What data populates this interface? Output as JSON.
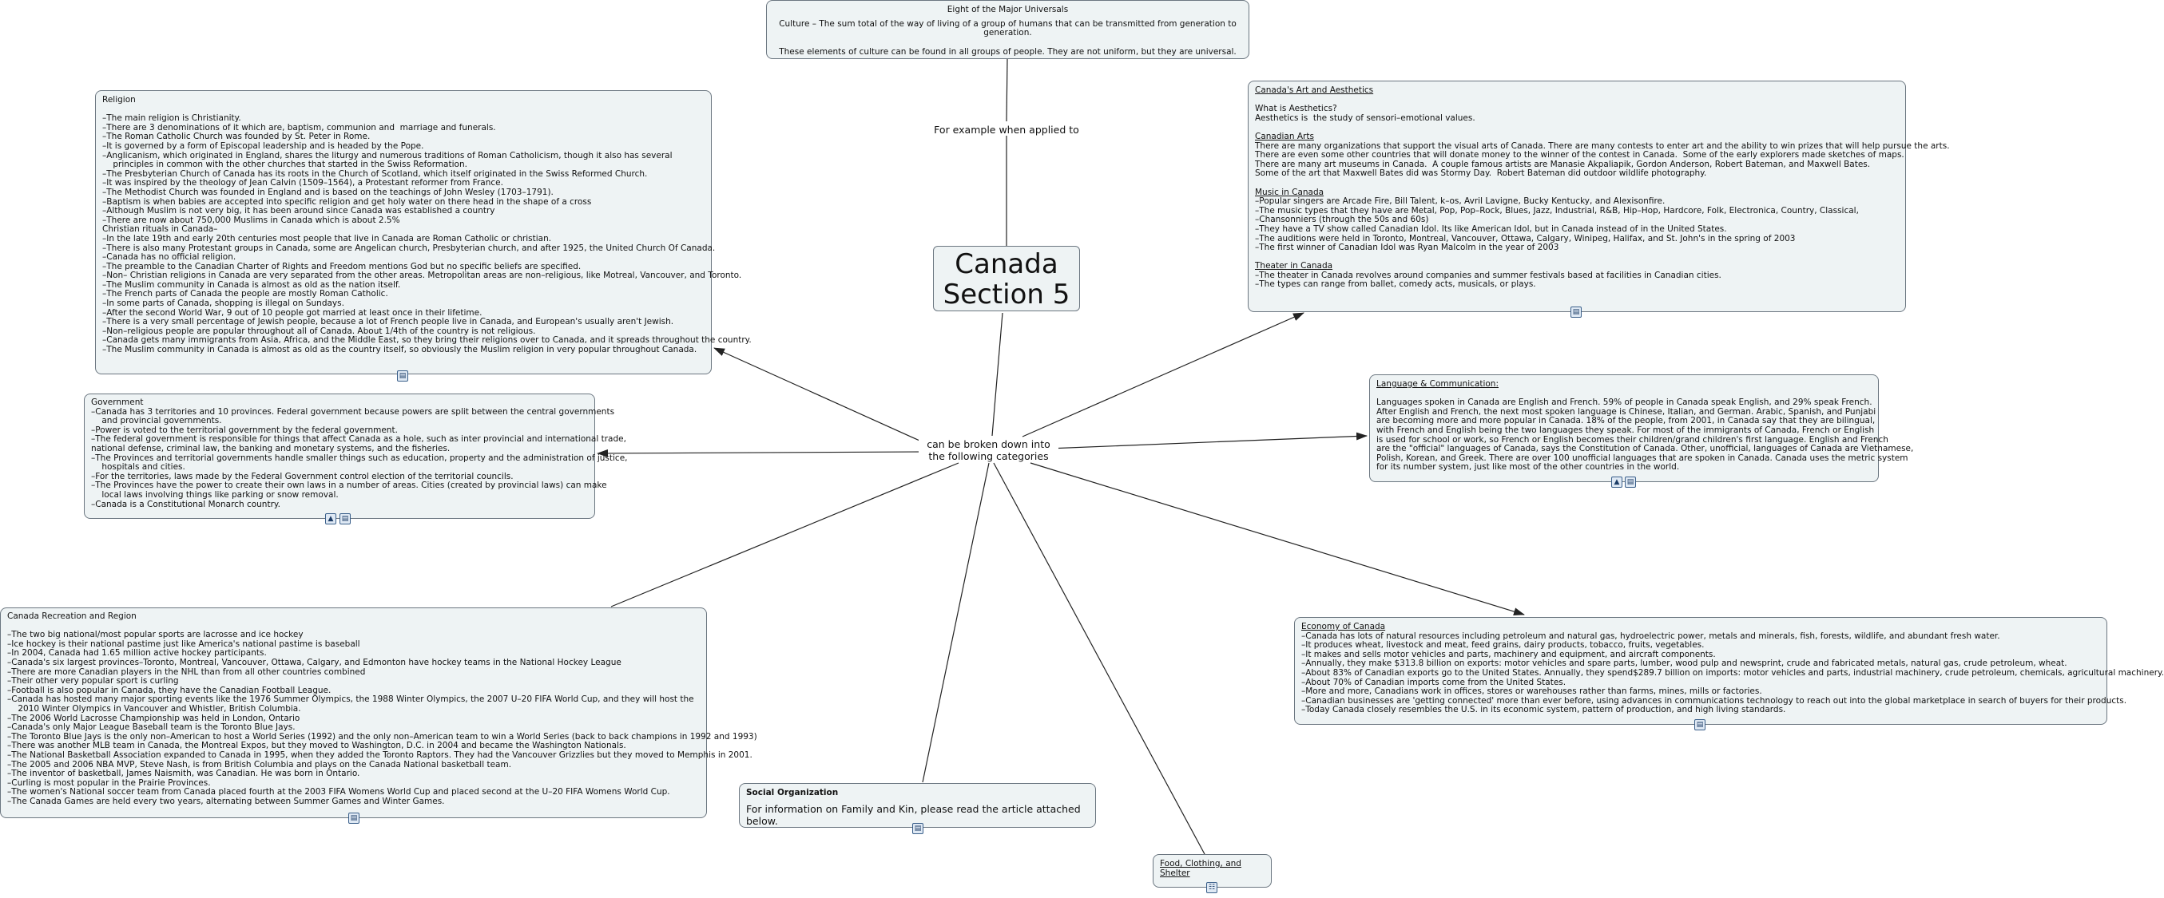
{
  "center": {
    "line1": "Canada",
    "line2": "Section 5"
  },
  "connectors": {
    "for_example": "For example when applied to",
    "broken_down_l1": "can be broken down into",
    "broken_down_l2": "the following categories"
  },
  "universals": {
    "title": "Eight of the Major Universals",
    "line1": "Culture – The sum total of the way of living of a group of humans that can be transmitted from generation to generation.",
    "line2": "These elements of culture can be found in all groups of people.  They are not uniform, but they are universal."
  },
  "religion": {
    "title": "Religion",
    "lines": [
      "–The main religion is Christianity.",
      "–There are 3 denominations of it which are, baptism, communion and  marriage and funerals.",
      "–The Roman Catholic Church was founded by St. Peter in Rome.",
      "–It is governed by a form of Episcopal leadership and is headed by the Pope.",
      "–Anglicanism, which originated in England, shares the liturgy and numerous traditions of Roman Catholicism, though it also has several",
      "    principles in common with the other churches that started in the Swiss Reformation.",
      "–The Presbyterian Church of Canada has its roots in the Church of Scotland, which itself originated in the Swiss Reformed Church.",
      "–It was inspired by the theology of Jean Calvin (1509–1564), a Protestant reformer from France.",
      "–The Methodist Church was founded in England and is based on the teachings of John Wesley (1703–1791).",
      "–Baptism is when babies are accepted into specific religion and get holy water on there head in the shape of a cross",
      "–Although Muslim is not very big, it has been around since Canada was established a country",
      "–There are now about 750,000 Muslims in Canada which is about 2.5%",
      "Christian rituals in Canada–",
      "–In the late 19th and early 20th centuries most people that live in Canada are Roman Catholic or christian.",
      "–There is also many Protestant groups in Canada, some are Angelican church, Presbyterian church, and after 1925, the United Church Of Canada.",
      "–Canada has no official religion.",
      "–The preamble to the Canadian Charter of Rights and Freedom mentions God but no specific beliefs are specified.",
      "–Non– Christian religions in Canada are very separated from the other areas. Metropolitan areas are non–religious, like Motreal, Vancouver, and Toronto.",
      "–The Muslim community in Canada is almost as old as the nation itself.",
      "–The French parts of Canada the people are mostly Roman Catholic.",
      "–In some parts of Canada, shopping is illegal on Sundays.",
      "–After the second World War, 9 out of 10 people got married at least once in their lifetime.",
      "–There is a very small percentage of Jewish people, because a lot of French people live in Canada, and European's usually aren't Jewish.",
      "–Non–religious people are popular throughout all of Canada. About 1/4th of the country is not religious.",
      "–Canada gets many immigrants from Asia, Africa, and the Middle East, so they bring their religions over to Canada, and it spreads throughout the country.",
      "–The Muslim community in Canada is almost as old as the country itself, so obviously the Muslim religion in very popular throughout Canada."
    ]
  },
  "government": {
    "title": "Government",
    "lines": [
      "–Canada has 3 territories and 10 provinces. Federal government because powers are split between the central governments",
      "    and provincial governments.",
      "–Power is voted to the territorial government by the federal government.",
      "–The federal government is responsible for things that affect Canada as a hole, such as inter provincial and international trade,",
      "national defense, criminal law, the banking and monetary systems, and the fisheries.",
      "–The Provinces and territorial governments handle smaller things such as education, property and the administration of justice,",
      "    hospitals and cities.",
      "–For the territories, laws made by the Federal Government control election of the territorial councils.",
      "–The Provinces have the power to create their own laws in a number of areas. Cities (created by provincial laws) can make",
      "    local laws involving things like parking or snow removal.",
      "–Canada is a Constitutional Monarch country."
    ]
  },
  "recreation": {
    "title": "Canada Recreation and Region",
    "lines": [
      "–The two big national/most popular sports are lacrosse and ice hockey",
      "–Ice hockey is their national pastime just like America's national pastime is baseball",
      "–In 2004, Canada had 1.65 million active hockey participants.",
      "–Canada's six largest provinces–Toronto, Montreal, Vancouver, Ottawa, Calgary, and Edmonton have hockey teams in the National Hockey League",
      "–There are more Canadian players in the NHL than from all other countries combined",
      "–Their other very popular sport is curling",
      "–Football is also popular in Canada, they have the Canadian Football League.",
      "–Canada has hosted many major sporting events like the 1976 Summer Olympics, the 1988 Winter Olympics, the 2007 U–20 FIFA World Cup, and they will host the",
      "    2010 Winter Olympics in Vancouver and Whistler, British Columbia.",
      "–The 2006 World Lacrosse Championship was held in London, Ontario",
      "–Canada's only Major League Baseball team is the Toronto Blue Jays.",
      "–The Toronto Blue Jays is the only non–American to host a World Series (1992) and the only non–American team to win a World Series (back to back champions in 1992 and 1993)",
      "–There was another MLB team in Canada, the Montreal Expos, but they moved to Washington, D.C. in 2004 and became the Washington Nationals.",
      "–The National Basketball Association expanded to Canada in 1995, when they added the Toronto Raptors. They had the Vancouver Grizzlies but they moved to Memphis in 2001.",
      "–The 2005 and 2006 NBA MVP, Steve Nash, is from British Columbia and plays on the Canada National basketball team.",
      "–The inventor of basketball, James Naismith, was Canadian. He was born in Ontario.",
      "–Curling is most popular in the Prairie Provinces.",
      "–The women's National soccer team from Canada placed fourth at the 2003 FIFA Womens World Cup and placed second at the U–20 FIFA Womens World Cup.",
      "–The Canada Games are held every two years, alternating between Summer Games and Winter Games."
    ]
  },
  "social": {
    "title": "Social Organization",
    "text": "For information on Family and Kin, please read the article attached below."
  },
  "food": {
    "title": "Food, Clothing, and Shelter"
  },
  "art": {
    "title": "Canada's Art and Aesthetics",
    "intro": [
      "What is Aesthetics?",
      "Aesthetics is  the study of sensori–emotional values."
    ],
    "arts_heading": "Canadian Arts",
    "arts_lines": [
      "There are many organizations that support the visual arts of Canada. There are many contests to enter art and the ability to win prizes that will help pursue the arts.",
      "There are even some other countries that will donate money to the winner of the contest in Canada.  Some of the early explorers made sketches of maps.",
      "There are many art museums in Canada.  A couple famous artists are Manasie Akpaliapik, Gordon Anderson, Robert Bateman, and Maxwell Bates.",
      "Some of the art that Maxwell Bates did was Stormy Day.  Robert Bateman did outdoor wildlife photography."
    ],
    "music_heading": "Music in Canada",
    "music_lines": [
      "–Popular singers are Arcade Fire, Bill Talent, k–os, Avril Lavigne, Bucky Kentucky, and Alexisonfire.",
      "–The music types that they have are Metal, Pop, Pop–Rock, Blues, Jazz, Industrial, R&B, Hip–Hop, Hardcore, Folk, Electronica, Country, Classical,",
      "–Chansonniers (through the 50s and 60s)",
      "–They have a TV show called Canadian Idol. Its like American Idol, but in Canada instead of in the United States.",
      "–The auditions were held in Toronto, Montreal, Vancouver, Ottawa, Calgary, Winipeg, Halifax, and St. John's in the spring of 2003",
      "–The first winner of Canadian Idol was Ryan Malcolm in the year of 2003"
    ],
    "theater_heading": "Theater in Canada",
    "theater_lines": [
      "–The theater in Canada revolves around companies and summer festivals based at facilities in Canadian cities.",
      "–The types can range from ballet, comedy acts, musicals, or plays."
    ]
  },
  "language": {
    "title": "Language & Communication:",
    "lines": [
      "Languages spoken in Canada are English and French. 59% of people in Canada speak English, and 29% speak French.",
      "After English and French, the next most spoken language is Chinese, Italian, and German. Arabic, Spanish, and Punjabi",
      "are becoming more and more popular in Canada. 18% of the people, from 2001, in Canada say that they are bilingual,",
      "with French and English being the two languages they speak. For most of the immigrants of Canada, French or English",
      "is used for school or work, so French or English becomes their children/grand children's first language. English and French",
      "are the \"official\" languages of Canada, says the Constitution of Canada. Other, unofficial, languages of Canada are Vietnamese,",
      "Polish, Korean, and Greek. There are over 100 unofficial languages that are spoken in Canada. Canada uses the metric system",
      "for its number system, just like most of the other countries in the world."
    ]
  },
  "economy": {
    "title": "Economy of Canada",
    "lines": [
      "–Canada has lots of natural resources including petroleum and natural gas, hydroelectric power, metals and minerals, fish, forests, wildlife, and abundant fresh water.",
      "–It produces wheat, livestock and meat, feed grains, dairy products, tobacco, fruits, vegetables.",
      "–It makes and sells motor vehicles and parts, machinery and equipment, and aircraft components.",
      "–Annually, they make $313.8 billion on exports: motor vehicles and spare parts, lumber, wood pulp and newsprint, crude and fabricated metals, natural gas, crude petroleum, wheat.",
      "–About 83% of Canadian exports go to the United States. Annually, they spend$289.7 billion on imports: motor vehicles and parts, industrial machinery, crude petroleum, chemicals, agricultural machinery.",
      "–About 70% of Canadian imports come from the United States.",
      "–More and more, Canadians work in offices, stores or warehouses rather than farms, mines, mills or factories.",
      "–Canadian businesses are 'getting connected' more than ever before, using advances in communications technology to reach out into the global marketplace in search of buyers for their products.",
      "–Today Canada closely resembles the U.S. in its economic system, pattern of production, and high living standards."
    ]
  },
  "icons": {
    "attachment": "attachment-icon",
    "image": "image-icon",
    "sitemap": "sitemap-icon"
  },
  "colors": {
    "node_fill": "#eef3f4",
    "node_border": "#6b7680",
    "line": "#222222"
  }
}
